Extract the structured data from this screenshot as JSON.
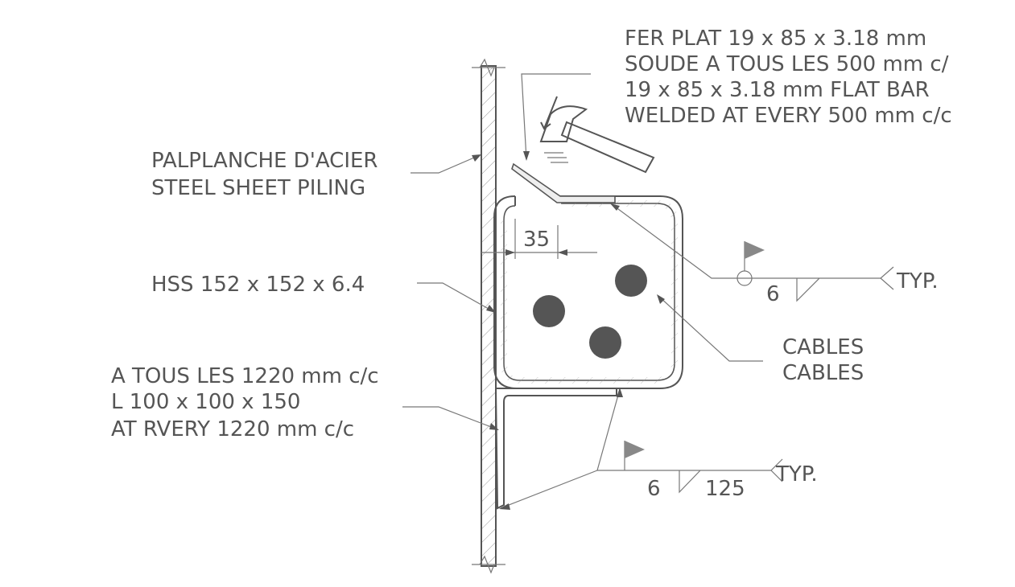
{
  "notes": {
    "flat_bar": [
      "FER PLAT 19 x 85 x 3.18 mm",
      "SOUDE A TOUS LES 500 mm c/",
      "19 x 85 x 3.18 mm FLAT BAR",
      "WELDED AT EVERY 500 mm c/c"
    ],
    "sheet_piling": [
      "PALPLANCHE D'ACIER",
      "STEEL SHEET PILING"
    ],
    "hss": "HSS 152 x 152 x 6.4",
    "angle": [
      "A TOUS LES 1220 mm c/c",
      "L 100 x 100 x 150",
      "AT RVERY 1220 mm c/c"
    ],
    "cables": [
      "CABLES",
      "CABLES"
    ]
  },
  "dimension": "35",
  "weld_top": {
    "size": "6",
    "tail": "TYP."
  },
  "weld_bottom": {
    "size": "6",
    "length": "125",
    "tail": "TYP."
  },
  "colors": {
    "line": "#555555",
    "cable": "#555555",
    "flag": "#888888"
  }
}
